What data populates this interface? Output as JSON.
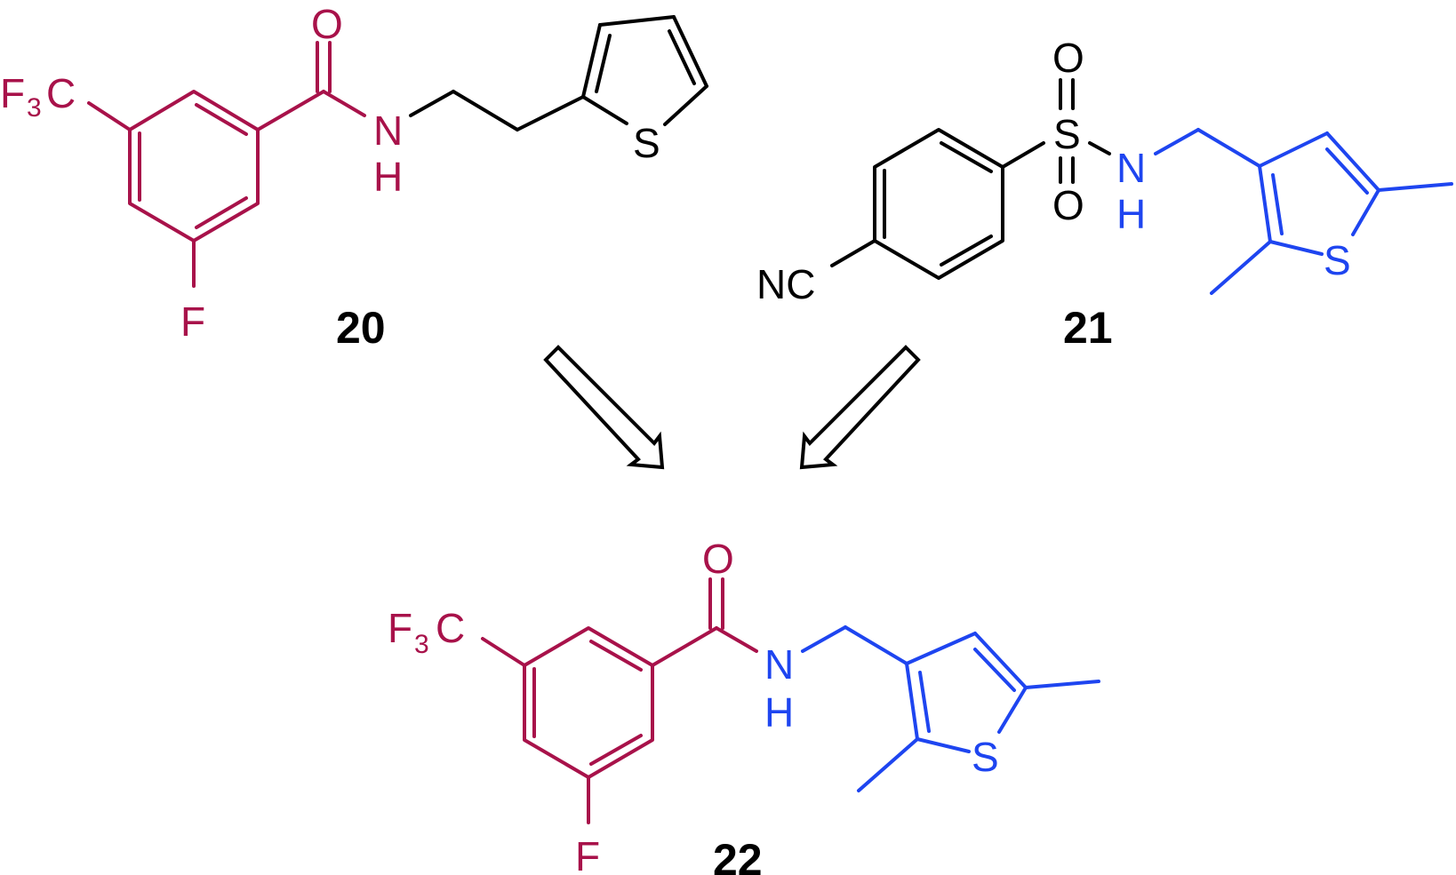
{
  "colors": {
    "red": "#a8124a",
    "blue": "#1e45f0",
    "black": "#000000"
  },
  "compounds": {
    "c20": {
      "label": "20",
      "atoms": {
        "cf3": "F",
        "cf3_sub": "3",
        "cf3_c": "C",
        "o": "O",
        "n": "N",
        "h": "H",
        "f": "F",
        "s": "S"
      }
    },
    "c21": {
      "label": "21",
      "atoms": {
        "o_top": "O",
        "s_sulfonyl": "S",
        "o_bottom": "O",
        "n": "N",
        "h": "H",
        "nc": "NC",
        "s": "S"
      }
    },
    "c22": {
      "label": "22",
      "atoms": {
        "cf3": "F",
        "cf3_sub": "3",
        "cf3_c": "C",
        "o": "O",
        "n": "N",
        "h": "H",
        "f": "F",
        "s": "S"
      }
    }
  },
  "arrows": [
    {
      "from": "20",
      "to": "22",
      "style": "open-retrosynthetic"
    },
    {
      "from": "21",
      "to": "22",
      "style": "open-retrosynthetic"
    }
  ]
}
